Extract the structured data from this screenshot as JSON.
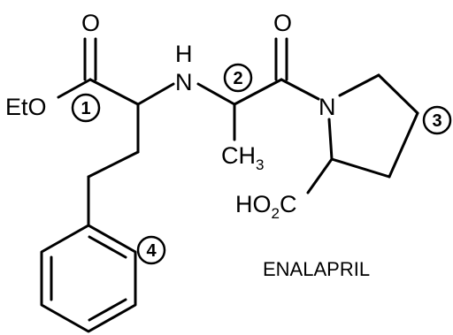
{
  "molecule": {
    "name": "ENALAPRIL",
    "atoms": {
      "ester_oxygen": "EtO",
      "amine_n": "N",
      "amine_h": "H",
      "amide_n": "N",
      "carbonyl_o1": "O",
      "carbonyl_o2": "O",
      "methyl_c": "CH",
      "methyl_sub": "3",
      "acid_ho": "HO",
      "acid_sub": "2",
      "acid_c": "C"
    },
    "markers": [
      "1",
      "2",
      "3",
      "4"
    ]
  }
}
